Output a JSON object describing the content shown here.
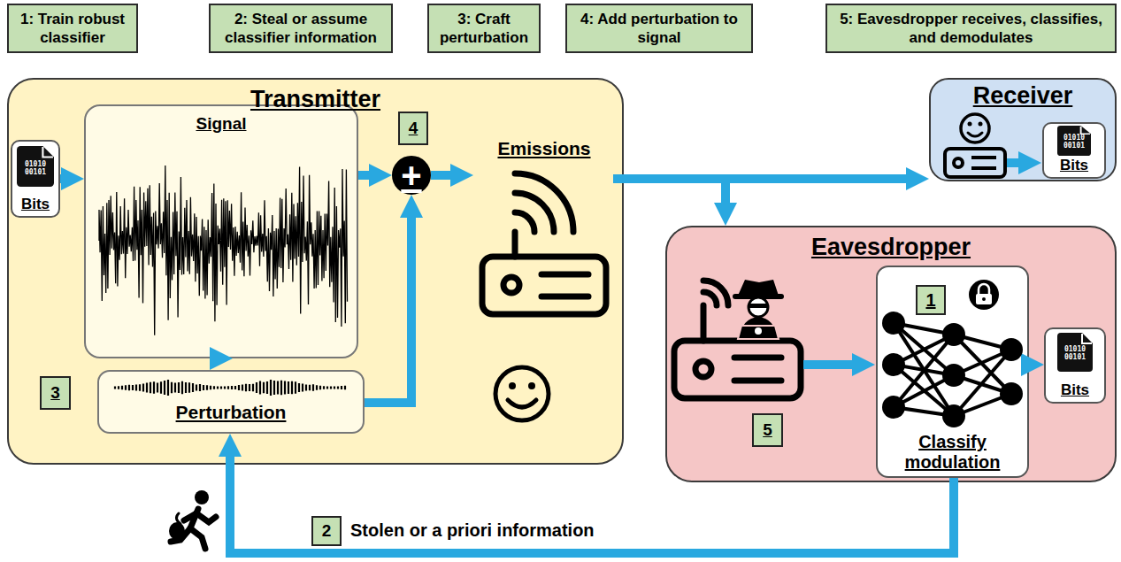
{
  "diagram": {
    "nodes": [
      {
        "text": [
          "1: Train robust classifier"
        ]
      },
      {
        "text": [
          "2: Steal or assume classifier information"
        ]
      },
      {
        "text": [
          "3: Craft perturbation"
        ]
      },
      {
        "text": [
          "4: Add perturbation to signal"
        ]
      },
      {
        "text": [
          "5: Eavesdropper receives, classifies, and demodulates"
        ]
      },
      {
        "text": [
          "Transmitter"
        ]
      },
      {
        "text": [
          "Bits"
        ],
        "in": 5
      },
      {
        "text": [
          "Signal"
        ],
        "in": 5
      },
      {
        "text": [
          "4"
        ],
        "in": 5
      },
      {
        "text": [
          "+"
        ],
        "in": 5
      },
      {
        "text": [
          "Emissions"
        ],
        "in": 5
      },
      {
        "text": [
          "3"
        ],
        "in": 5
      },
      {
        "text": [
          "Perturbation"
        ],
        "in": 5
      },
      {
        "text": [
          "Receiver"
        ]
      },
      {
        "text": [
          "Bits"
        ],
        "in": 13
      },
      {
        "text": [
          "Eavesdropper"
        ]
      },
      {
        "text": [
          "Classify modulation"
        ],
        "in": 15
      },
      {
        "text": [
          "1"
        ],
        "in": 16
      },
      {
        "text": [
          "Bits"
        ],
        "in": 15
      },
      {
        "text": [
          "5"
        ],
        "in": 15
      },
      {
        "text": [
          "2"
        ]
      }
    ],
    "edges": [
      {
        "from": 6,
        "to": 7,
        "arrow": "to"
      },
      {
        "from": 7,
        "to": 12,
        "arrow": "to"
      },
      {
        "from": 7,
        "to": 9,
        "arrow": "to"
      },
      {
        "from": 12,
        "to": 9,
        "arrow": "to"
      },
      {
        "from": 9,
        "to": 10,
        "arrow": "to"
      },
      {
        "from": 10,
        "to": 13,
        "arrow": "to"
      },
      {
        "from": 10,
        "to": 15,
        "arrow": "to"
      },
      {
        "from": 16,
        "to": 18,
        "arrow": "to"
      },
      {
        "from": 16,
        "to": 12,
        "arrow": "to",
        "label": "Stolen or a priori information"
      }
    ],
    "labels": [
      "01010 00101",
      "01010 00101",
      "01010 00101"
    ]
  }
}
